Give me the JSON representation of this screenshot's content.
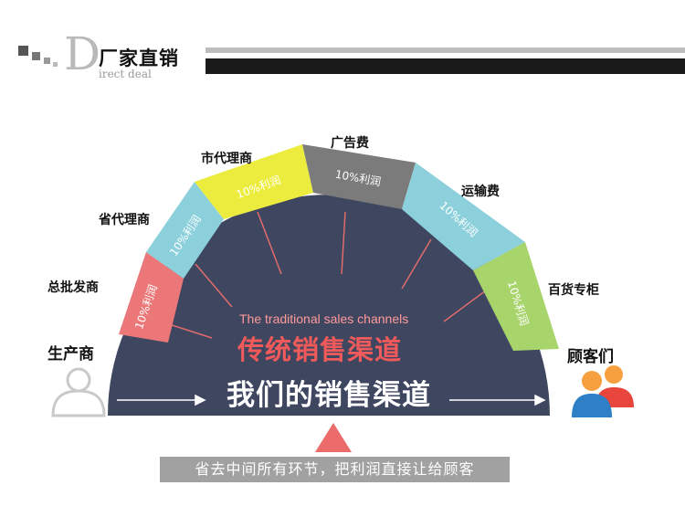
{
  "header": {
    "logo_letter": "D",
    "title": "厂家直销",
    "subtitle": "irect deal"
  },
  "diagram": {
    "traditional_en": "The traditional sales channels",
    "traditional_cn": "传统销售渠道",
    "our_channel_cn": "我们的销售渠道",
    "left_end_label": "生产商",
    "right_end_label": "顾客们",
    "segment_text": "10%利润",
    "segments": [
      {
        "label": "总批发商",
        "color": "#ec7778"
      },
      {
        "label": "省代理商",
        "color": "#8cd0dc"
      },
      {
        "label": "市代理商",
        "color": "#ecec3f"
      },
      {
        "label": "广告费",
        "color": "#7b7b7b"
      },
      {
        "label": "运输费",
        "color": "#8cd0dc"
      },
      {
        "label": "百货专柜",
        "color": "#a8d46c"
      }
    ],
    "slogan": "省去中间所有环节，把利润直接让给顾客",
    "colors": {
      "dome": "#3f4660",
      "rays": "#e06c6c",
      "pointer": "#ec6b6b",
      "person_outline": "#c9c9c9",
      "user_orange": "#f7a040",
      "user_blue": "#2e7fc6"
    }
  }
}
